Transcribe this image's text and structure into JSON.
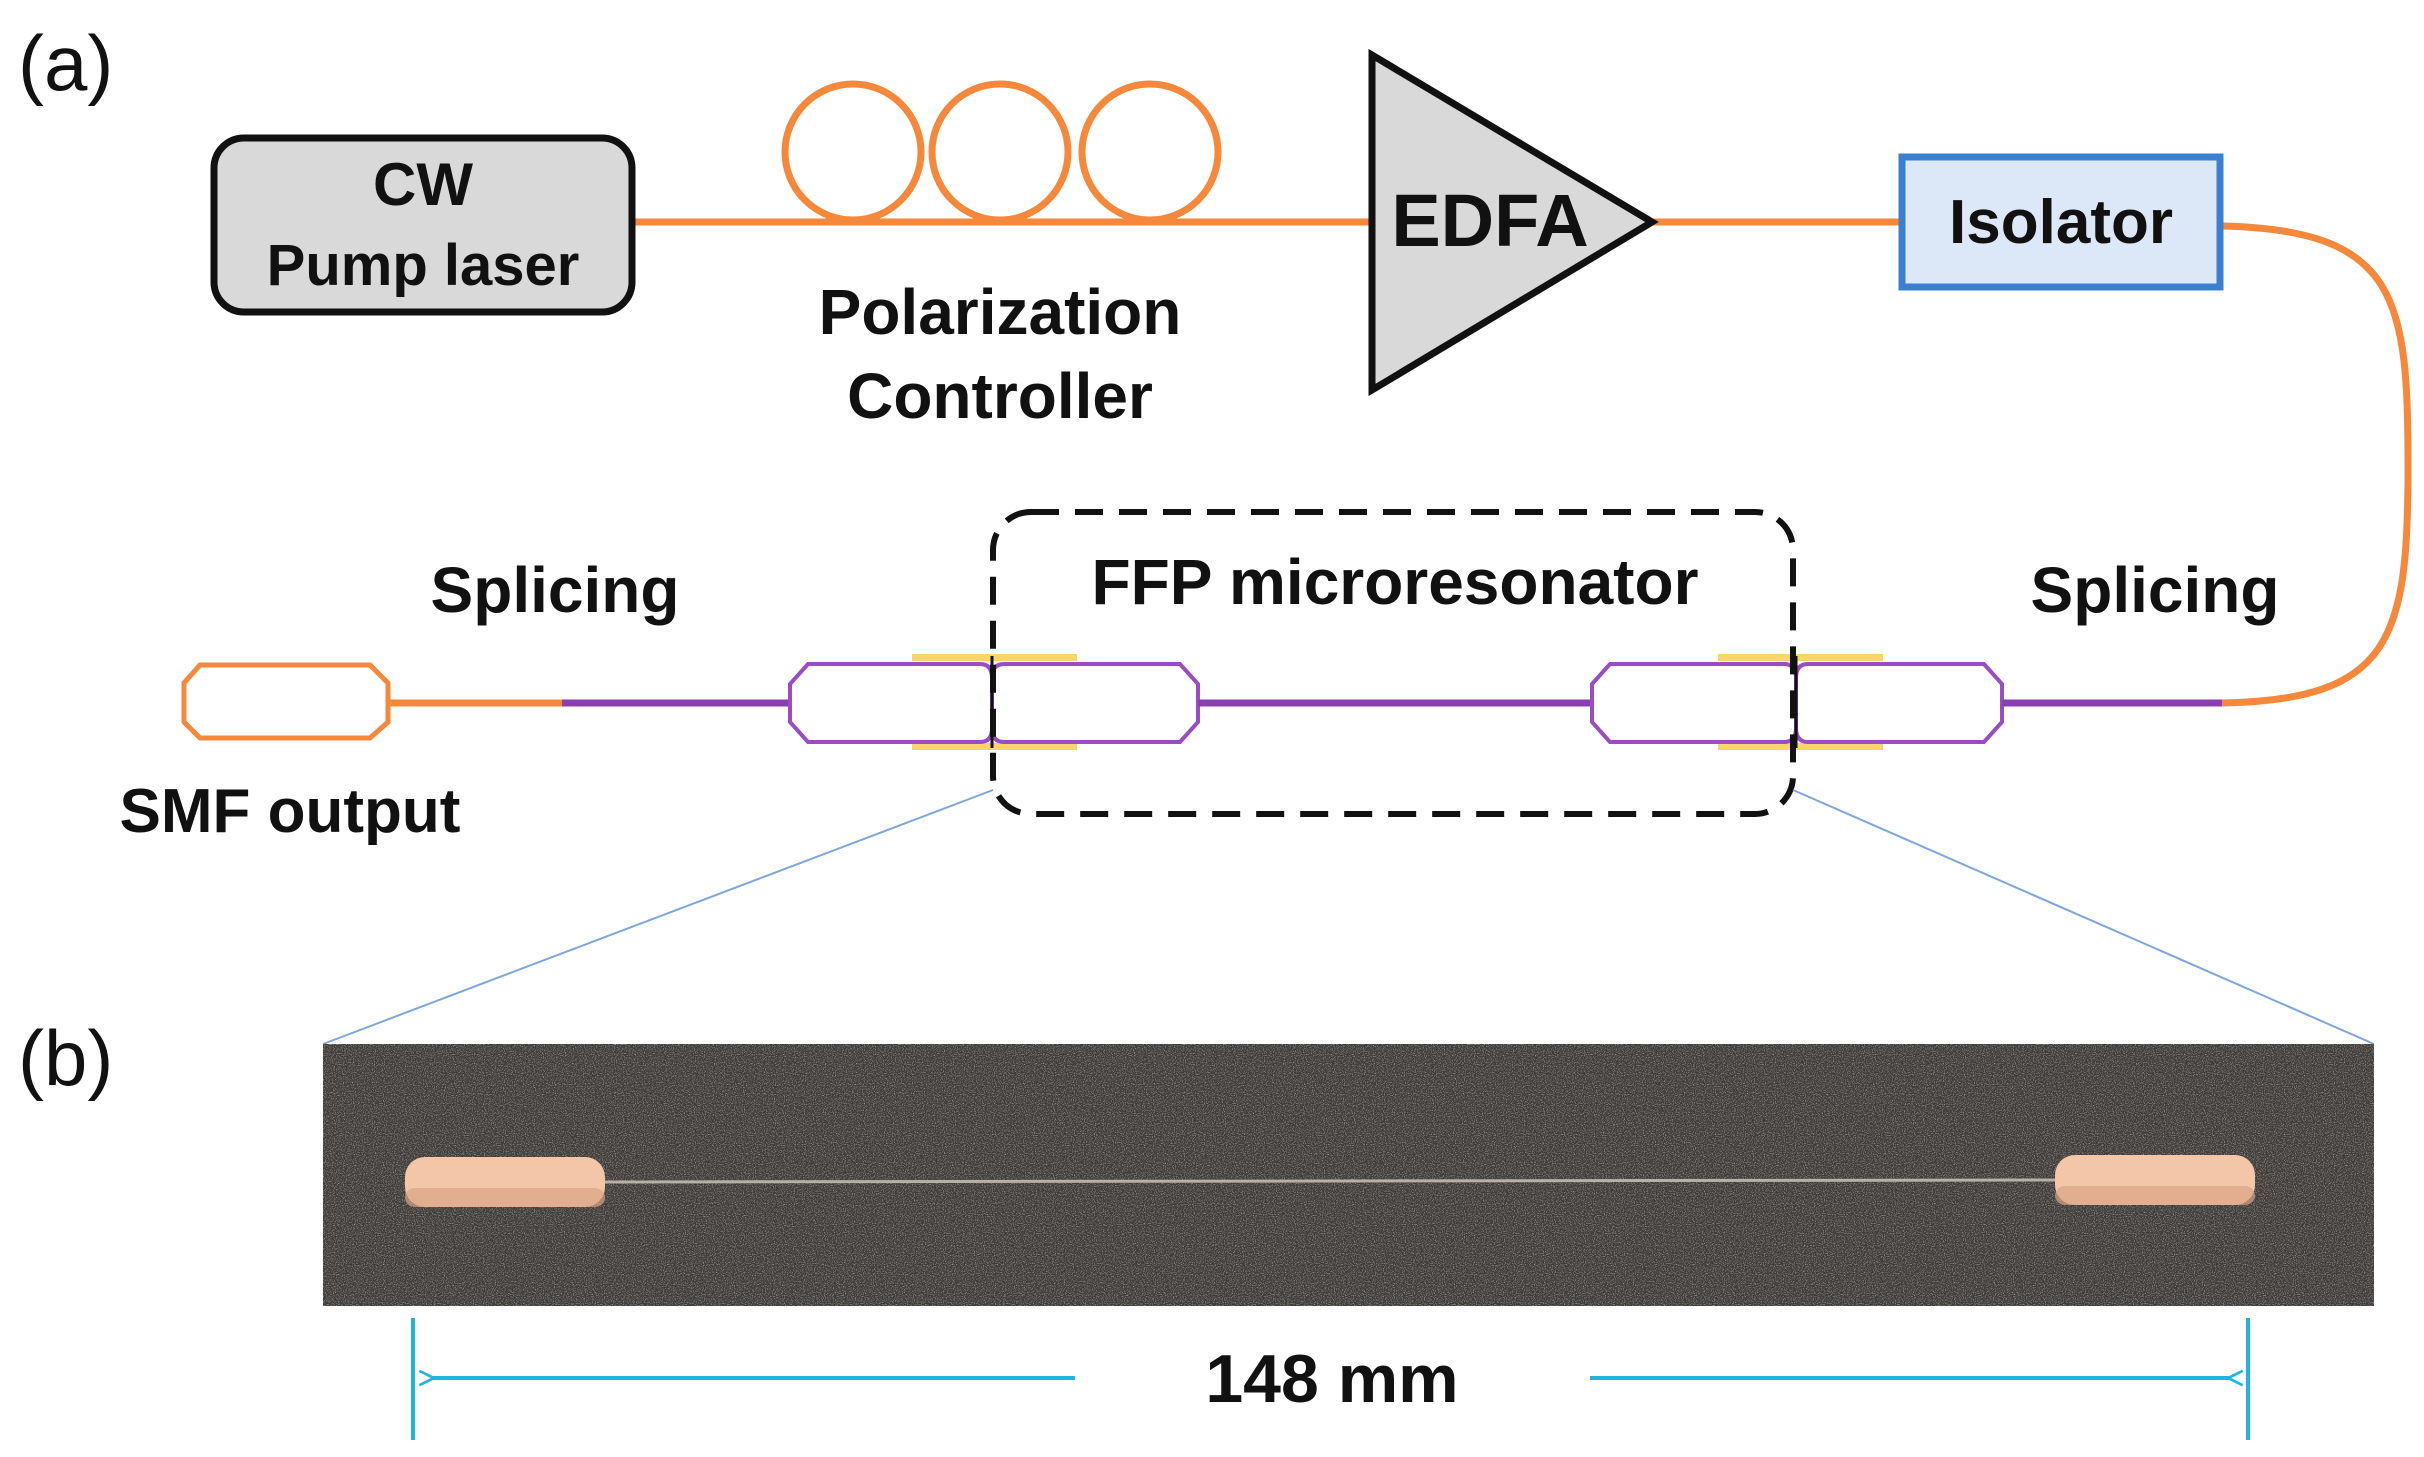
{
  "panel_labels": {
    "a": "(a)",
    "b": "(b)"
  },
  "components": {
    "pump_laser": {
      "line1": "CW",
      "line2": "Pump laser"
    },
    "polarization_controller": {
      "line1": "Polarization",
      "line2": "Controller"
    },
    "amplifier": "EDFA",
    "isolator": "Isolator",
    "splicing_left": "Splicing",
    "splicing_right": "Splicing",
    "resonator": "FFP microresonator",
    "output": "SMF output"
  },
  "dimension": {
    "label": "148 mm"
  },
  "colors": {
    "fiber_smf": "#f5883a",
    "fiber_resonator": "#8a3fb0",
    "ferrule_outline": "#9a4cc4",
    "coating": "#f7d66a",
    "pump_box_fill": "#d9d9d9",
    "isolator_fill": "#dce8f8",
    "isolator_border": "#3b7fd0",
    "zoom_lines": "#7fa6d8",
    "dimension_line": "#21b4e0",
    "photo_background": "#3e3a37",
    "ferrule_photo": "#f3c6a8"
  }
}
